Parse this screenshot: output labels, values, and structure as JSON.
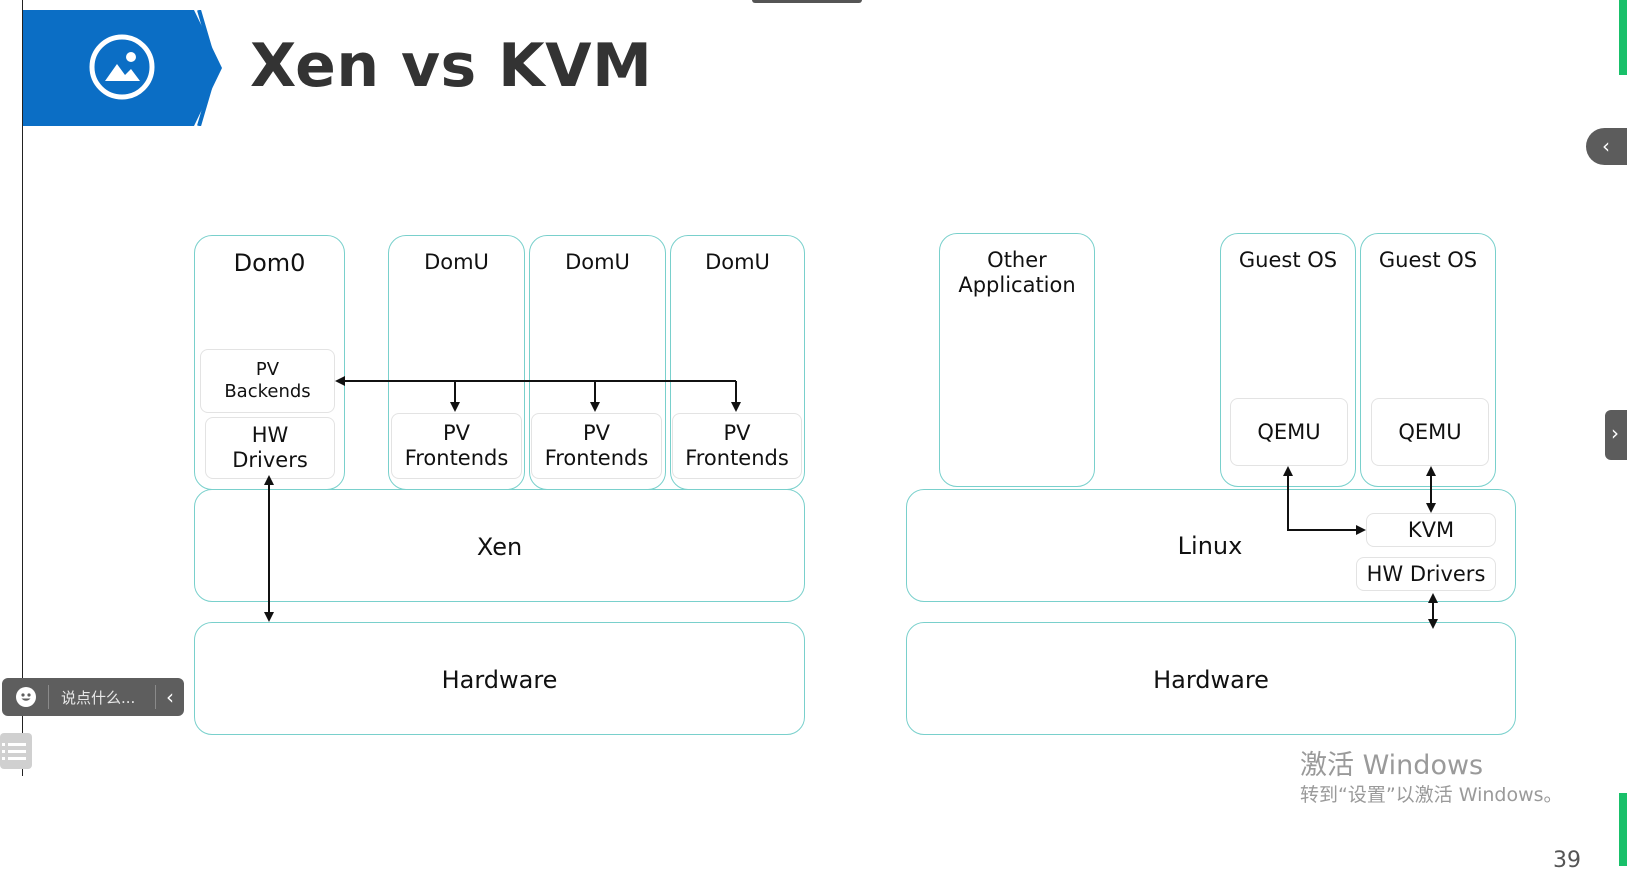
{
  "slide": {
    "title": "Xen vs KVM",
    "page_number": "39"
  },
  "xen": {
    "dom0": "Dom0",
    "domu": [
      "DomU",
      "DomU",
      "DomU"
    ],
    "pv_backends": [
      "PV",
      "Backends"
    ],
    "hw_drivers": [
      "HW",
      "Drivers"
    ],
    "pv_frontends": [
      "PV",
      "Frontends"
    ],
    "hypervisor": "Xen",
    "hardware": "Hardware"
  },
  "kvm": {
    "other_app": [
      "Other",
      "Application"
    ],
    "guest_os": [
      "Guest OS",
      "Guest OS"
    ],
    "qemu": [
      "QEMU",
      "QEMU"
    ],
    "host": "Linux",
    "kvm": "KVM",
    "hw_drivers": "HW Drivers",
    "hardware": "Hardware"
  },
  "watermark": {
    "line1": "激活 Windows",
    "line2": "转到“设置”以激活 Windows。"
  },
  "chat": {
    "placeholder": "说点什么..."
  },
  "colors": {
    "accent_blue": "#0b6ec5",
    "box_border": "#79d0cc",
    "green": "#19c06a"
  },
  "icons": [
    "picture-icon",
    "chevron-left-icon",
    "chevron-right-icon",
    "smiley-icon",
    "list-icon"
  ]
}
